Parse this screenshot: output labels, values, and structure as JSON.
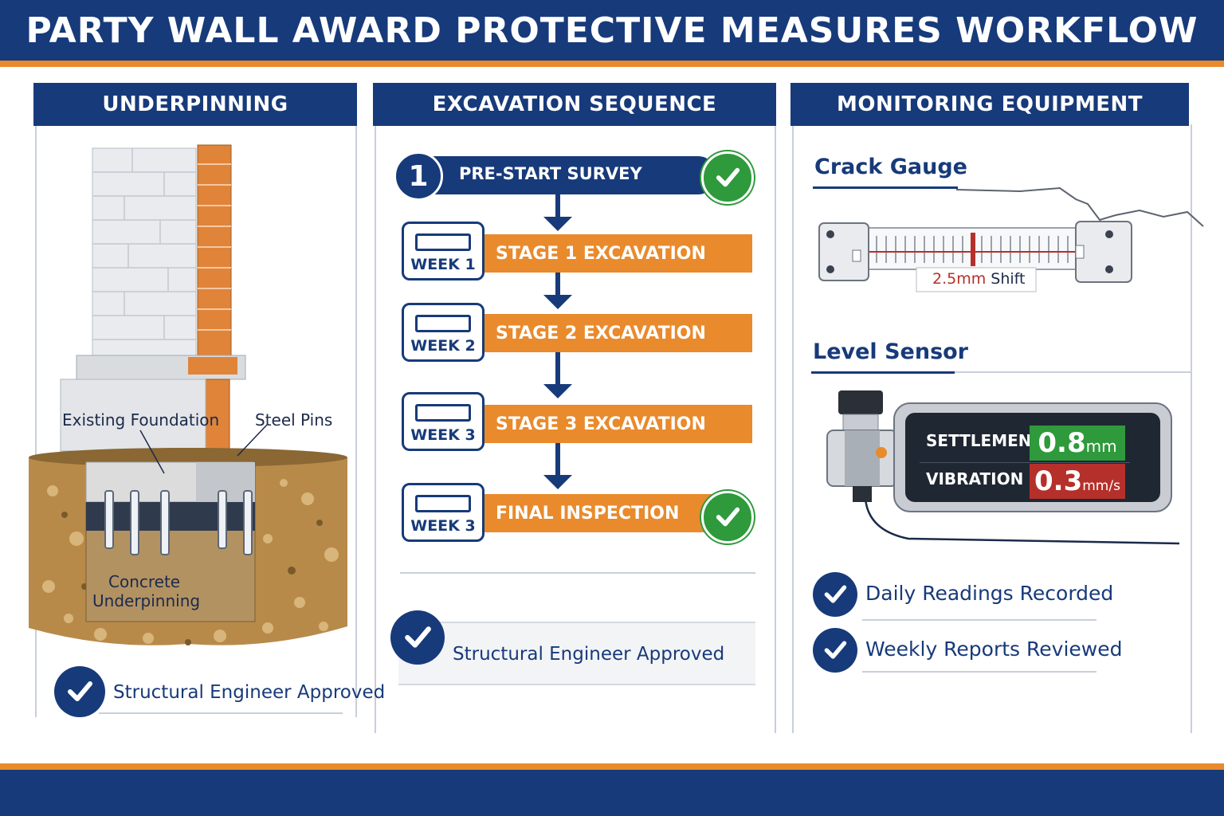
{
  "title": "PARTY WALL AWARD PROTECTIVE MEASURES WORKFLOW",
  "colors": {
    "navy": "#173a7a",
    "orange": "#e98a2c",
    "green": "#2e9a3b",
    "red": "#b5302a"
  },
  "underpinning": {
    "header": "UNDERPINNING",
    "labels": {
      "existing_foundation": "Existing Foundation",
      "steel_pins": "Steel Pins",
      "concrete_underpinning_line1": "Concrete",
      "concrete_underpinning_line2": "Underpinning"
    },
    "approval": "Structural Engineer Approved"
  },
  "excavation": {
    "header": "EXCAVATION SEQUENCE",
    "first_step": {
      "number": "1",
      "label": "PRE-START SURVEY"
    },
    "steps": [
      {
        "week": "WEEK 1",
        "label": "STAGE 1 EXCAVATION"
      },
      {
        "week": "WEEK 2",
        "label": "STAGE 2 EXCAVATION"
      },
      {
        "week": "WEEK 3",
        "label": "STAGE 3 EXCAVATION"
      },
      {
        "week": "WEEK 3",
        "label": "FINAL INSPECTION"
      }
    ],
    "approval": "Structural Engineer Approved"
  },
  "monitoring": {
    "header": "MONITORING EQUIPMENT",
    "crack_gauge": {
      "title": "Crack Gauge",
      "reading": "2.5mm",
      "reading_suffix": " Shift"
    },
    "level_sensor": {
      "title": "Level Sensor",
      "settlement_label": "SETTLEMENT",
      "settlement_value": "0.8",
      "settlement_unit": "mm",
      "vibration_label": "VIBRATION",
      "vibration_value": "0.3",
      "vibration_unit": "mm/s"
    },
    "checks": [
      "Daily Readings Recorded",
      "Weekly Reports Reviewed"
    ]
  }
}
